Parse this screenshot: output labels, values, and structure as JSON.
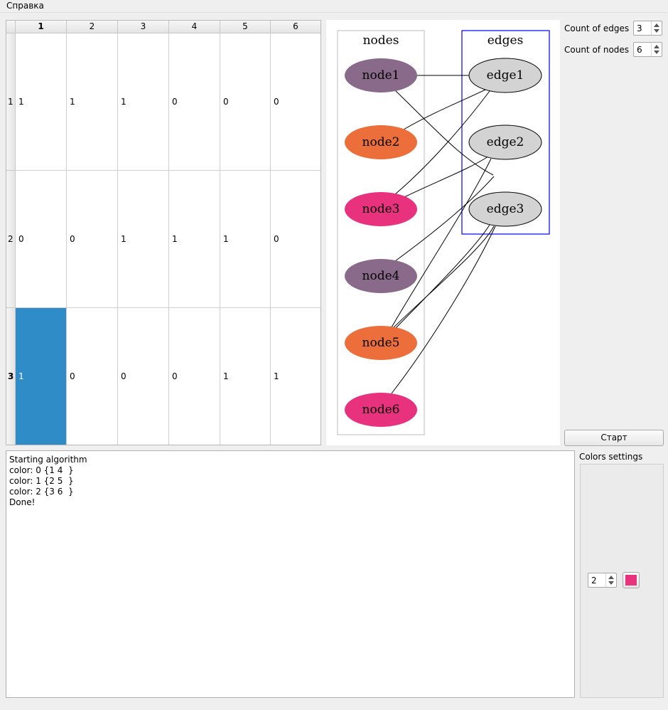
{
  "menu": {
    "help": "Справка"
  },
  "table": {
    "columns": [
      "1",
      "2",
      "3",
      "4",
      "5",
      "6"
    ],
    "rows": [
      {
        "header": "1",
        "cells": [
          "1",
          "1",
          "1",
          "0",
          "0",
          "0"
        ]
      },
      {
        "header": "2",
        "cells": [
          "0",
          "0",
          "1",
          "1",
          "1",
          "0"
        ]
      },
      {
        "header": "3",
        "cells": [
          "1",
          "0",
          "0",
          "0",
          "1",
          "1"
        ]
      }
    ],
    "selected": {
      "row": 3,
      "col": 1
    }
  },
  "graph": {
    "nodes_label": "nodes",
    "edges_label": "edges",
    "nodes": [
      {
        "name": "node1",
        "color": "#8a6a8a"
      },
      {
        "name": "node2",
        "color": "#eb6e3b"
      },
      {
        "name": "node3",
        "color": "#e8327e"
      },
      {
        "name": "node4",
        "color": "#8a6a8a"
      },
      {
        "name": "node5",
        "color": "#eb6e3b"
      },
      {
        "name": "node6",
        "color": "#e8327e"
      }
    ],
    "edges": [
      {
        "name": "edge1",
        "color": "#d3d3d3"
      },
      {
        "name": "edge2",
        "color": "#d3d3d3"
      },
      {
        "name": "edge3",
        "color": "#d3d3d3"
      }
    ],
    "cluster_border_color": "#0000ff"
  },
  "controls": {
    "count_edges_label": "Count of edges",
    "count_edges_value": "3",
    "count_nodes_label": "Count of nodes",
    "count_nodes_value": "6",
    "start_label": "Старт"
  },
  "log": {
    "text": "Starting algorithm\ncolor: 0 {1 4  }\ncolor: 1 {2 5  }\ncolor: 2 {3 6  }\nDone!"
  },
  "colors_settings": {
    "title": "Colors settings",
    "index_value": "2",
    "swatch_color": "#e8327e"
  }
}
